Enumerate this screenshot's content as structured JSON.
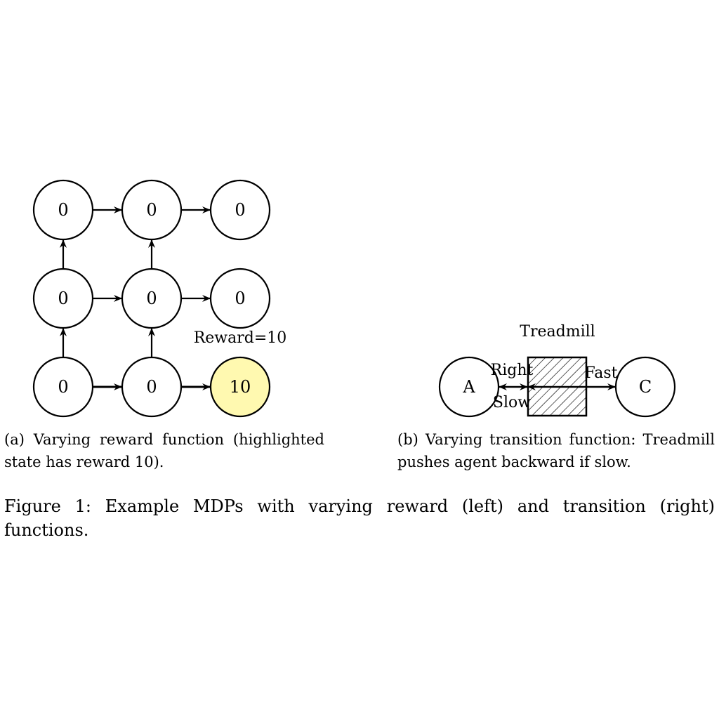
{
  "grid": {
    "cells": [
      {
        "id": "r0c0",
        "row": 0,
        "col": 0,
        "value": "0"
      },
      {
        "id": "r0c1",
        "row": 0,
        "col": 1,
        "value": "0"
      },
      {
        "id": "r0c2",
        "row": 0,
        "col": 2,
        "value": "0"
      },
      {
        "id": "r1c0",
        "row": 1,
        "col": 0,
        "value": "0"
      },
      {
        "id": "r1c1",
        "row": 1,
        "col": 1,
        "value": "0"
      },
      {
        "id": "r1c2",
        "row": 1,
        "col": 2,
        "value": "0"
      },
      {
        "id": "r2c0",
        "row": 2,
        "col": 0,
        "value": "0"
      },
      {
        "id": "r2c1",
        "row": 2,
        "col": 1,
        "value": "0"
      },
      {
        "id": "r2c2",
        "row": 2,
        "col": 2,
        "value": "10",
        "highlighted": true
      }
    ],
    "edges": [
      {
        "from": "r0c0",
        "to": "r0c1"
      },
      {
        "from": "r0c1",
        "to": "r0c2"
      },
      {
        "from": "r1c0",
        "to": "r1c1"
      },
      {
        "from": "r1c1",
        "to": "r1c2"
      },
      {
        "from": "r2c0",
        "to": "r2c1",
        "thick": true
      },
      {
        "from": "r2c1",
        "to": "r2c2",
        "thick": true
      },
      {
        "from": "r1c0",
        "to": "r0c0"
      },
      {
        "from": "r1c1",
        "to": "r0c1"
      },
      {
        "from": "r2c0",
        "to": "r1c0"
      },
      {
        "from": "r2c1",
        "to": "r1c1"
      }
    ],
    "reward_label": "Reward=10",
    "highlight_color": "#fff9b0"
  },
  "treadmill": {
    "title": "Treadmill",
    "node_a": "A",
    "node_c": "C",
    "label_right": "Right",
    "label_slow": "Slow",
    "label_fast": "Fast"
  },
  "captions": {
    "a": "(a) Varying reward function (highlighted state has reward 10).",
    "b": "(b) Varying transition function: Treadmill pushes agent backward if slow.",
    "figure": "Figure 1: Example MDPs with varying reward (left) and transition (right) functions."
  }
}
